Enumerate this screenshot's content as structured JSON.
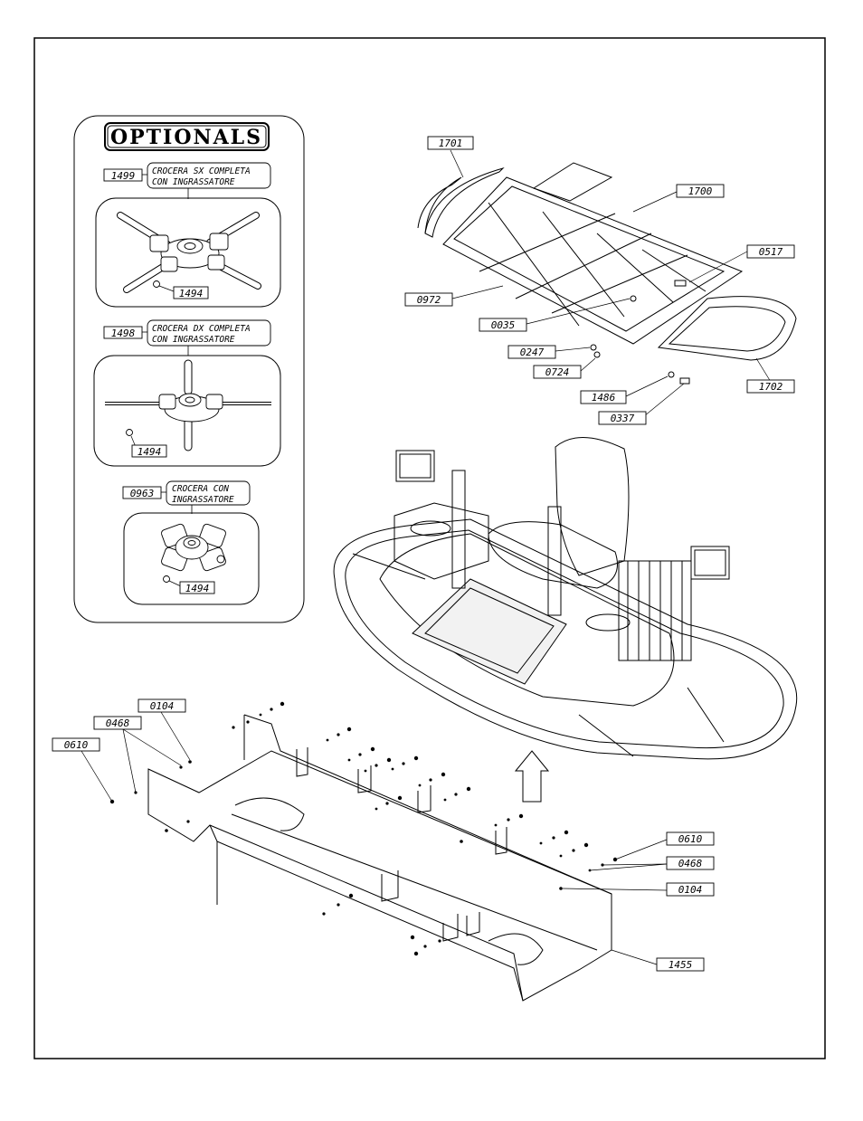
{
  "optionals": {
    "title": "OPTIONALS",
    "items": [
      {
        "code": "1499",
        "desc_line1": "CROCERA SX COMPLETA",
        "desc_line2": "CON INGRASSATORE",
        "part": "1494"
      },
      {
        "code": "1498",
        "desc_line1": "CROCERA DX COMPLETA",
        "desc_line2": "CON INGRASSATORE",
        "part": "1494"
      },
      {
        "code": "0963",
        "desc_line1": "CROCERA CON",
        "desc_line2": "INGRASSATORE",
        "part": "1494"
      }
    ]
  },
  "guard": {
    "labels": [
      "1701",
      "1700",
      "0517",
      "0972",
      "0035",
      "0247",
      "0724",
      "1486",
      "0337",
      "1702"
    ]
  },
  "base": {
    "labels": [
      "0104",
      "0468",
      "0610",
      "0610",
      "0468",
      "0104",
      "1455"
    ]
  }
}
